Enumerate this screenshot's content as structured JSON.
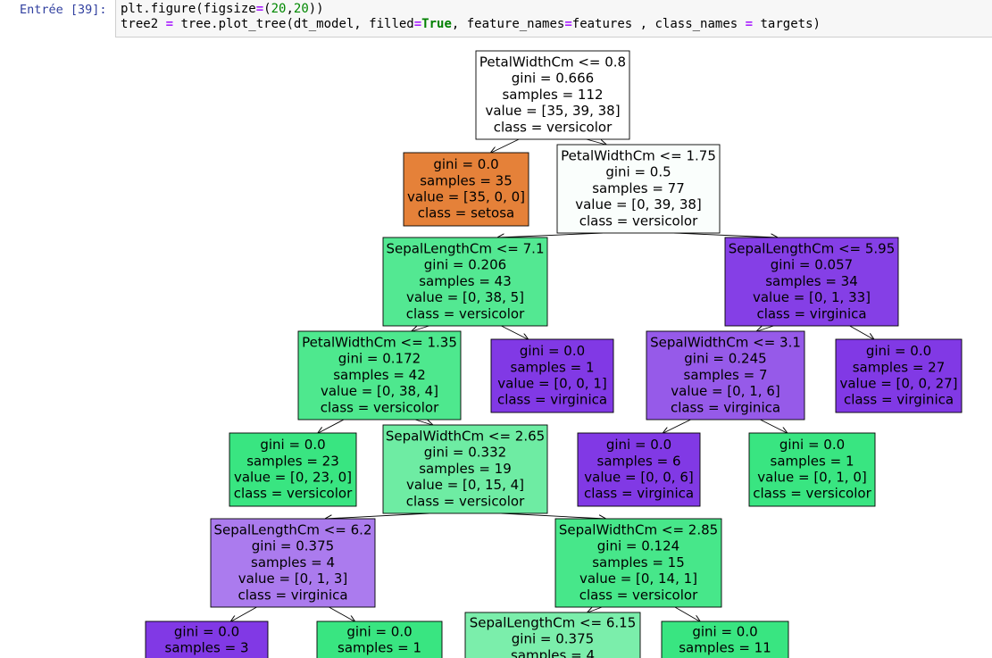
{
  "cell": {
    "prompt": "Entrée [39]:",
    "line1": {
      "a": "plt.figure(figsize",
      "op": "=",
      "b": "(",
      "n1": "20",
      "c": ",",
      "n2": "20",
      "d": "))"
    },
    "line2": {
      "a": "tree2 ",
      "op1": "=",
      "b": " tree.plot_tree(dt_model, filled",
      "op2": "=",
      "kw": "True",
      "c": ", feature_names",
      "op3": "=",
      "d": "features , class_names ",
      "op4": "=",
      "e": " targets)"
    }
  },
  "tree": {
    "colors": {
      "setosa_strong": "#e58139",
      "versicolor_strong": "#39e581",
      "virginica_strong": "#8139e5",
      "border": "#000000",
      "edge": "#000000"
    },
    "nodes": [
      {
        "id": "n0",
        "lines": [
          "PetalWidthCm <= 0.8",
          "gini = 0.666",
          "samples = 112",
          "value = [35, 39, 38]",
          "class = versicolor"
        ],
        "fill": "#ffffff"
      },
      {
        "id": "n1",
        "lines": [
          "gini = 0.0",
          "samples = 35",
          "value = [35, 0, 0]",
          "class = setosa"
        ],
        "fill": "#e58139"
      },
      {
        "id": "n2",
        "lines": [
          "PetalWidthCm <= 1.75",
          "gini = 0.5",
          "samples = 77",
          "value = [0, 39, 38]",
          "class = versicolor"
        ],
        "fill": "#fafefc"
      },
      {
        "id": "n3",
        "lines": [
          "SepalLengthCm <= 7.1",
          "gini = 0.206",
          "samples = 43",
          "value = [0, 38, 5]",
          "class = versicolor"
        ],
        "fill": "#53e892"
      },
      {
        "id": "n4",
        "lines": [
          "SepalLengthCm <= 5.95",
          "gini = 0.057",
          "samples = 34",
          "value = [0, 1, 33]",
          "class = virginica"
        ],
        "fill": "#853fe6"
      },
      {
        "id": "n5",
        "lines": [
          "PetalWidthCm <= 1.35",
          "gini = 0.172",
          "samples = 42",
          "value = [0, 38, 4]",
          "class = versicolor"
        ],
        "fill": "#4ee88e"
      },
      {
        "id": "n6",
        "lines": [
          "gini = 0.0",
          "samples = 1",
          "value = [0, 0, 1]",
          "class = virginica"
        ],
        "fill": "#8139e5"
      },
      {
        "id": "n7",
        "lines": [
          "SepalWidthCm <= 3.1",
          "gini = 0.245",
          "samples = 7",
          "value = [0, 1, 6]",
          "class = virginica"
        ],
        "fill": "#965ae9"
      },
      {
        "id": "n8",
        "lines": [
          "gini = 0.0",
          "samples = 27",
          "value = [0, 0, 27]",
          "class = virginica"
        ],
        "fill": "#8139e5"
      },
      {
        "id": "n9",
        "lines": [
          "gini = 0.0",
          "samples = 23",
          "value = [0, 23, 0]",
          "class = versicolor"
        ],
        "fill": "#39e581"
      },
      {
        "id": "n10",
        "lines": [
          "SepalWidthCm <= 2.65",
          "gini = 0.332",
          "samples = 19",
          "value = [0, 15, 4]",
          "class = versicolor"
        ],
        "fill": "#6eeca3"
      },
      {
        "id": "n11",
        "lines": [
          "gini = 0.0",
          "samples = 6",
          "value = [0, 0, 6]",
          "class = virginica"
        ],
        "fill": "#8139e5"
      },
      {
        "id": "n12",
        "lines": [
          "gini = 0.0",
          "samples = 1",
          "value = [0, 1, 0]",
          "class = versicolor"
        ],
        "fill": "#39e581"
      },
      {
        "id": "n13",
        "lines": [
          "SepalLengthCm <= 6.2",
          "gini = 0.375",
          "samples = 4",
          "value = [0, 1, 3]",
          "class = virginica"
        ],
        "fill": "#ab7bee"
      },
      {
        "id": "n14",
        "lines": [
          "SepalWidthCm <= 2.85",
          "gini = 0.124",
          "samples = 15",
          "value = [0, 14, 1]",
          "class = versicolor"
        ],
        "fill": "#47e78a"
      },
      {
        "id": "n15",
        "lines": [
          "gini = 0.0",
          "samples = 3"
        ],
        "fill": "#8139e5"
      },
      {
        "id": "n16",
        "lines": [
          "gini = 0.0",
          "samples = 1"
        ],
        "fill": "#39e581"
      },
      {
        "id": "n17",
        "lines": [
          "SepalLengthCm <= 6.15",
          "gini = 0.375",
          "samples = 4"
        ],
        "fill": "#7beeab"
      },
      {
        "id": "n18",
        "lines": [
          "gini = 0.0",
          "samples = 11"
        ],
        "fill": "#39e581"
      }
    ],
    "edges": [
      [
        "n0",
        "n1"
      ],
      [
        "n0",
        "n2"
      ],
      [
        "n2",
        "n3"
      ],
      [
        "n2",
        "n4"
      ],
      [
        "n3",
        "n5"
      ],
      [
        "n3",
        "n6"
      ],
      [
        "n4",
        "n7"
      ],
      [
        "n4",
        "n8"
      ],
      [
        "n5",
        "n9"
      ],
      [
        "n5",
        "n10"
      ],
      [
        "n7",
        "n11"
      ],
      [
        "n7",
        "n12"
      ],
      [
        "n10",
        "n13"
      ],
      [
        "n10",
        "n14"
      ],
      [
        "n13",
        "n15"
      ],
      [
        "n13",
        "n16"
      ],
      [
        "n14",
        "n17"
      ],
      [
        "n14",
        "n18"
      ]
    ]
  }
}
